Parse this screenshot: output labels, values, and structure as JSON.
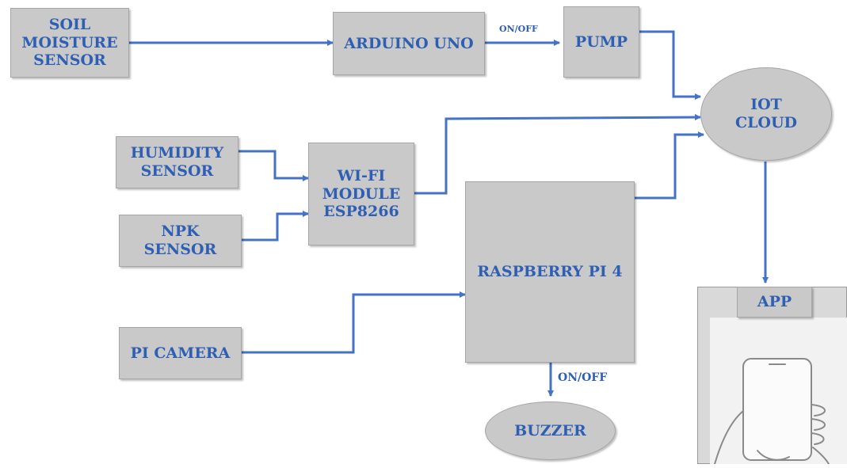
{
  "nodes": {
    "soil_moisture": [
      "SOIL",
      "MOISTURE",
      "SENSOR"
    ],
    "arduino": "ARDUINO UNO",
    "pump": "PUMP",
    "iot_cloud": [
      "IOT",
      "CLOUD"
    ],
    "humidity": [
      "HUMIDITY",
      "SENSOR"
    ],
    "npk": [
      "NPK",
      "SENSOR"
    ],
    "wifi": [
      "WI-FI",
      "MODULE",
      "ESP8266"
    ],
    "raspberry": "RASPBERRY PI 4",
    "pi_camera": "PI CAMERA",
    "buzzer": "BUZZER",
    "app": "APP"
  },
  "edge_labels": {
    "arduino_pump": "ON/OFF",
    "raspberry_buzzer": "ON/OFF"
  },
  "colors": {
    "box_fill": "#c9c9c9",
    "text": "#2e5fb3",
    "connector": "#4472c4"
  }
}
